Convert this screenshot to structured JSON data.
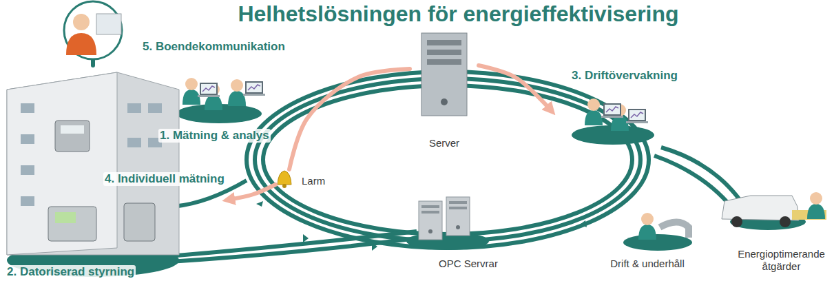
{
  "diagram": {
    "title": "Helhetslösningen för energieffektivisering",
    "nodes": [
      {
        "text": [
          "5. Boendekommunikation"
        ]
      },
      {
        "text": [
          "1. Mätning & analys"
        ]
      },
      {
        "text": [
          "Server"
        ]
      },
      {
        "text": [
          "3. Driftövervakning"
        ]
      },
      {
        "text": [
          "Larm"
        ]
      },
      {
        "text": [
          "4. Individuell mätning",
          "2. Datoriserad styrning"
        ]
      },
      {
        "text": [
          "OPC Servrar"
        ]
      },
      {
        "text": [
          "Drift & underhåll"
        ]
      },
      {
        "text": [
          "Energioptimerande åtgärder"
        ]
      }
    ],
    "edges": [
      {
        "from": 0,
        "to": 5,
        "arrow": "none"
      },
      {
        "from": 2,
        "to": 4,
        "arrow": "none"
      },
      {
        "from": 4,
        "to": 5,
        "arrow": "to"
      },
      {
        "from": 2,
        "to": 3,
        "arrow": "to"
      }
    ]
  }
}
